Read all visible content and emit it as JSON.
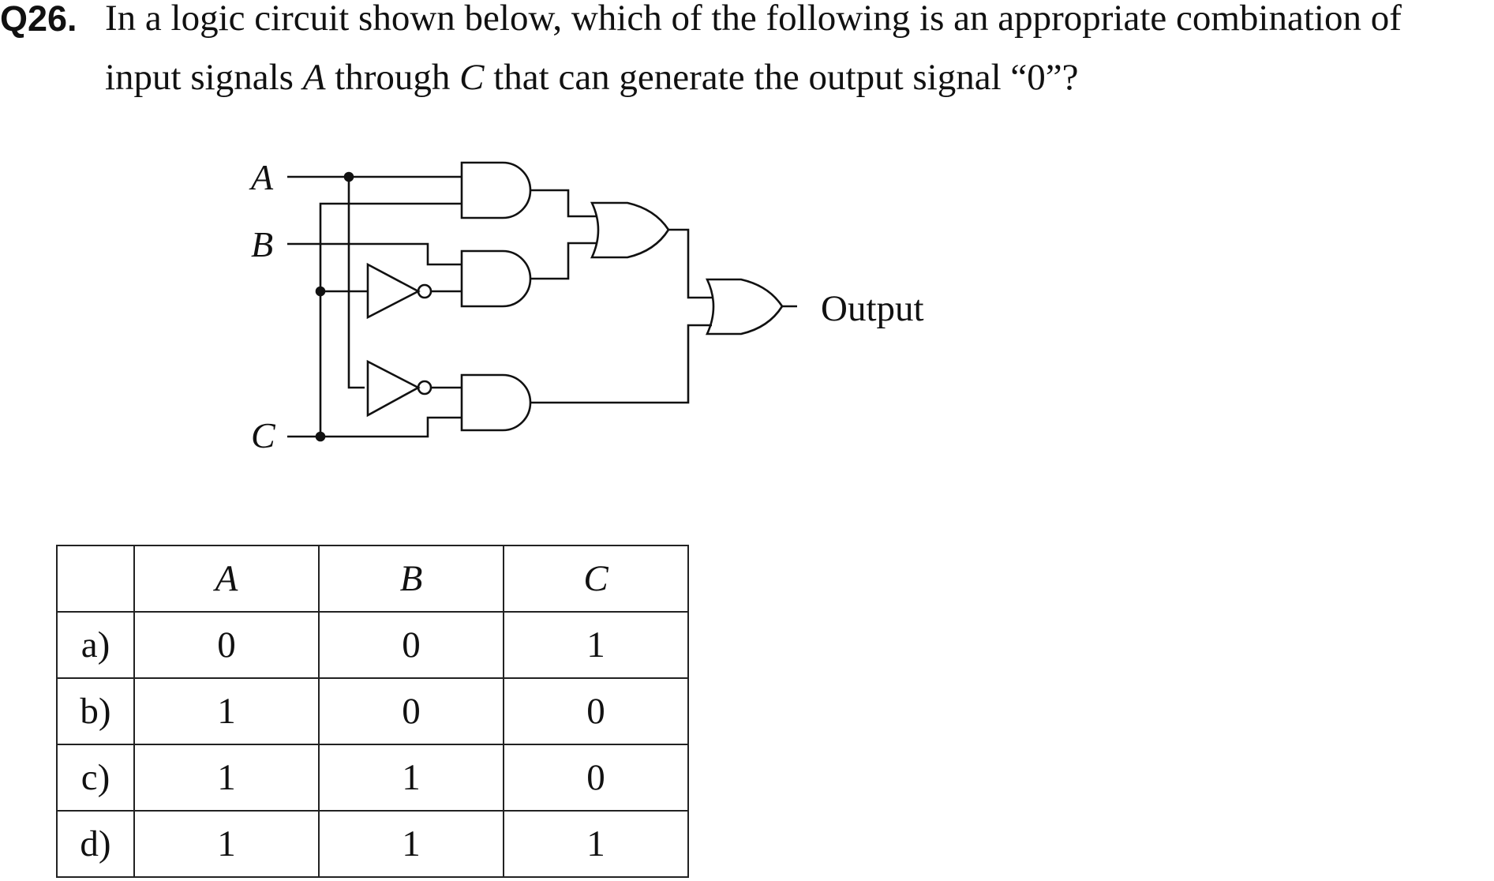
{
  "question": {
    "number": "Q26.",
    "line1": "In a logic circuit shown below, which of the following is an appropriate combination of",
    "line2_pre": "input signals ",
    "line2_a": "A",
    "line2_mid": " through ",
    "line2_c": "C",
    "line2_post": " that can generate the output signal “0”?"
  },
  "circuit": {
    "input_a": "A",
    "input_b": "B",
    "input_c": "C",
    "output_label": "Output"
  },
  "table": {
    "headers": [
      "",
      "A",
      "B",
      "C"
    ],
    "rows": [
      [
        "a)",
        "0",
        "0",
        "1"
      ],
      [
        "b)",
        "1",
        "0",
        "0"
      ],
      [
        "c)",
        "1",
        "1",
        "0"
      ],
      [
        "d)",
        "1",
        "1",
        "1"
      ]
    ]
  }
}
